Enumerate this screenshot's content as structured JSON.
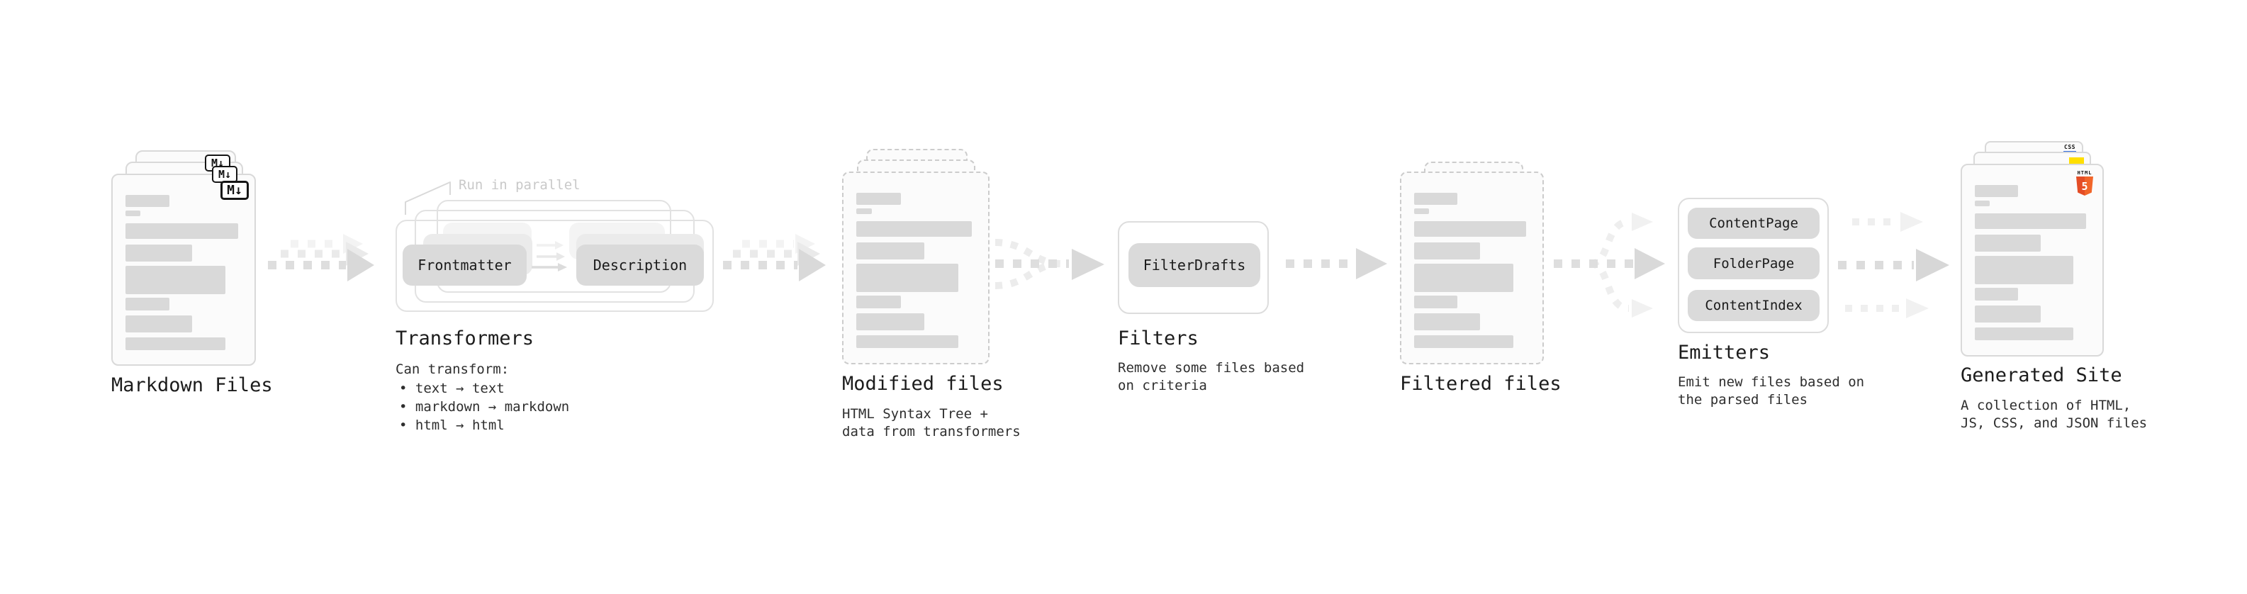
{
  "diagram": {
    "markdown_files": {
      "label": "Markdown Files",
      "icon_text": "M↓"
    },
    "transformers": {
      "annotation": "Run in parallel",
      "nodes": [
        "Frontmatter",
        "Description"
      ],
      "label": "Transformers",
      "description_title": "Can transform:",
      "bullets": [
        "• text → text",
        "• markdown → markdown",
        "• html → html"
      ]
    },
    "modified_files": {
      "label": "Modified files",
      "description": "HTML Syntax Tree +\ndata from transformers"
    },
    "filters": {
      "nodes": [
        "FilterDrafts"
      ],
      "label": "Filters",
      "description": "Remove some files based\non criteria"
    },
    "filtered_files": {
      "label": "Filtered files"
    },
    "emitters": {
      "nodes": [
        "ContentPage",
        "FolderPage",
        "ContentIndex"
      ],
      "label": "Emitters",
      "description": "Emit new files based on\nthe parsed files"
    },
    "generated_site": {
      "label": "Generated Site",
      "description": "A collection of HTML,\nJS, CSS, and JSON files",
      "css_badge": "CSS",
      "html_badge_word": "HTML",
      "html_badge_number": "5"
    }
  },
  "colors": {
    "html5_orange": "#e44d26",
    "css_blue": "#2f6bdf",
    "js_yellow": "#ffdf00",
    "node_gray": "#dadada",
    "arrow_gray": "#dedede"
  }
}
